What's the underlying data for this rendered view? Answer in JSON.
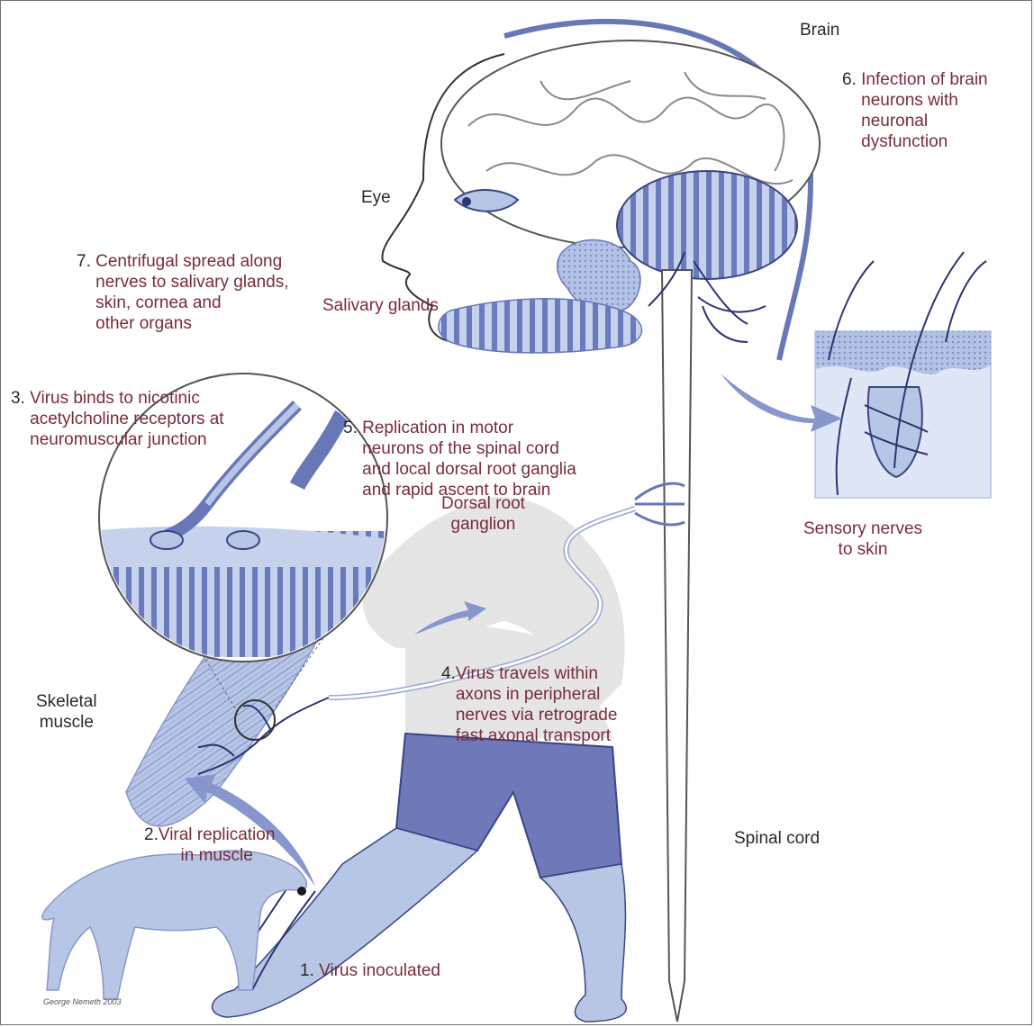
{
  "colors": {
    "tissue": "#b8c6e6",
    "tissue_dark": "#6877b8",
    "nerve": "#2d3470",
    "shorts": "#6f79b9",
    "silhouette": "#e5e5e5",
    "label_red": "#7a2b3a",
    "label_dark": "#2a2a2a"
  },
  "labels": {
    "brain": "Brain",
    "eye": "Eye",
    "salivary_glands": "Salivary glands",
    "dorsal_root_ganglion": "Dorsal root\nganglion",
    "sensory_nerves": "Sensory nerves\nto skin",
    "skeletal_muscle": "Skeletal\nmuscle",
    "spinal_cord": "Spinal cord",
    "signature": "George Nemeth 2003"
  },
  "steps": [
    {
      "number": "1.",
      "text": "Virus inoculated"
    },
    {
      "number": "2.",
      "text": "Viral replication\nin muscle"
    },
    {
      "number": "3.",
      "text": "Virus binds to nicotinic\nacetylcholine receptors at\nneuromuscular junction"
    },
    {
      "number": "4.",
      "text": "Virus travels within\naxons in peripheral\nnerves via retrograde\nfast axonal transport"
    },
    {
      "number": "5.",
      "text": "Replication in motor\nneurons of the spinal cord\nand local dorsal root ganglia\nand rapid ascent to brain"
    },
    {
      "number": "6.",
      "text": "Infection of brain\nneurons with\nneuronal\ndysfunction"
    },
    {
      "number": "7.",
      "text": "Centrifugal spread along\nnerves to salivary glands,\nskin, cornea and\nother organs"
    }
  ]
}
